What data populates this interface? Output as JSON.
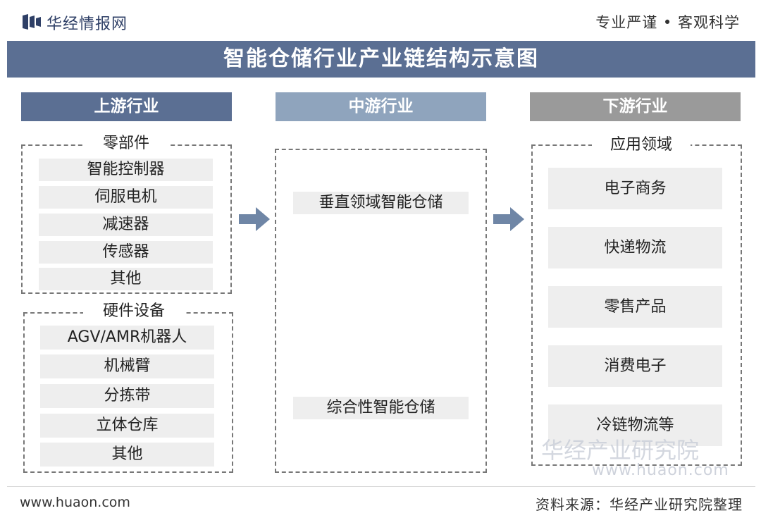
{
  "header": {
    "logo_text": "华经情报网",
    "slogan": "专业严谨 • 客观科学"
  },
  "title": "智能仓储行业产业链结构示意图",
  "stages": {
    "upstream": "上游行业",
    "midstream": "中游行业",
    "downstream": "下游行业"
  },
  "upstream": {
    "components_label": "零部件",
    "components": [
      "智能控制器",
      "伺服电机",
      "减速器",
      "传感器",
      "其他"
    ],
    "hardware_label": "硬件设备",
    "hardware": [
      "AGV/AMR机器人",
      "机械臂",
      "分拣带",
      "立体仓库",
      "其他"
    ]
  },
  "midstream": {
    "items": [
      "垂直领域智能仓储",
      "综合性智能仓储"
    ]
  },
  "downstream": {
    "label": "应用领域",
    "items": [
      "电子商务",
      "快递物流",
      "零售产品",
      "消费电子",
      "冷链物流等"
    ]
  },
  "watermark": {
    "name": "华经产业研究院",
    "url": "www.huaon.com"
  },
  "footer": {
    "website": "www.huaon.com",
    "source": "资料来源：华经产业研究院整理"
  },
  "colors": {
    "upstream": "#5b6f93",
    "midstream": "#8fa4bd",
    "downstream": "#9a9a9a",
    "arrow": "#6f86a6"
  }
}
